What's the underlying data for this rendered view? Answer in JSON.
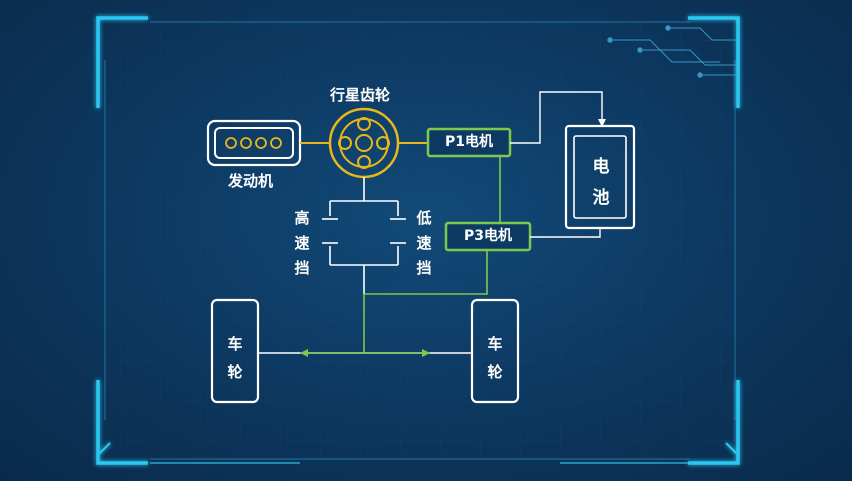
{
  "labels": {
    "planetary_gear": "行星齿轮",
    "engine": "发动机",
    "p1_motor": "P1电机",
    "p3_motor": "P3电机",
    "battery": "电池",
    "high_gear": "高速挡",
    "low_gear": "低速挡",
    "wheel_left": "车轮",
    "wheel_right": "车轮"
  },
  "colors": {
    "background": "#0d3a63",
    "frame_accent": "#29c8f0",
    "planetary_gear": "#e8b81a",
    "motor_border": "#7ec850",
    "connection_line": "#7ec850",
    "box_border": "#ffffff"
  }
}
